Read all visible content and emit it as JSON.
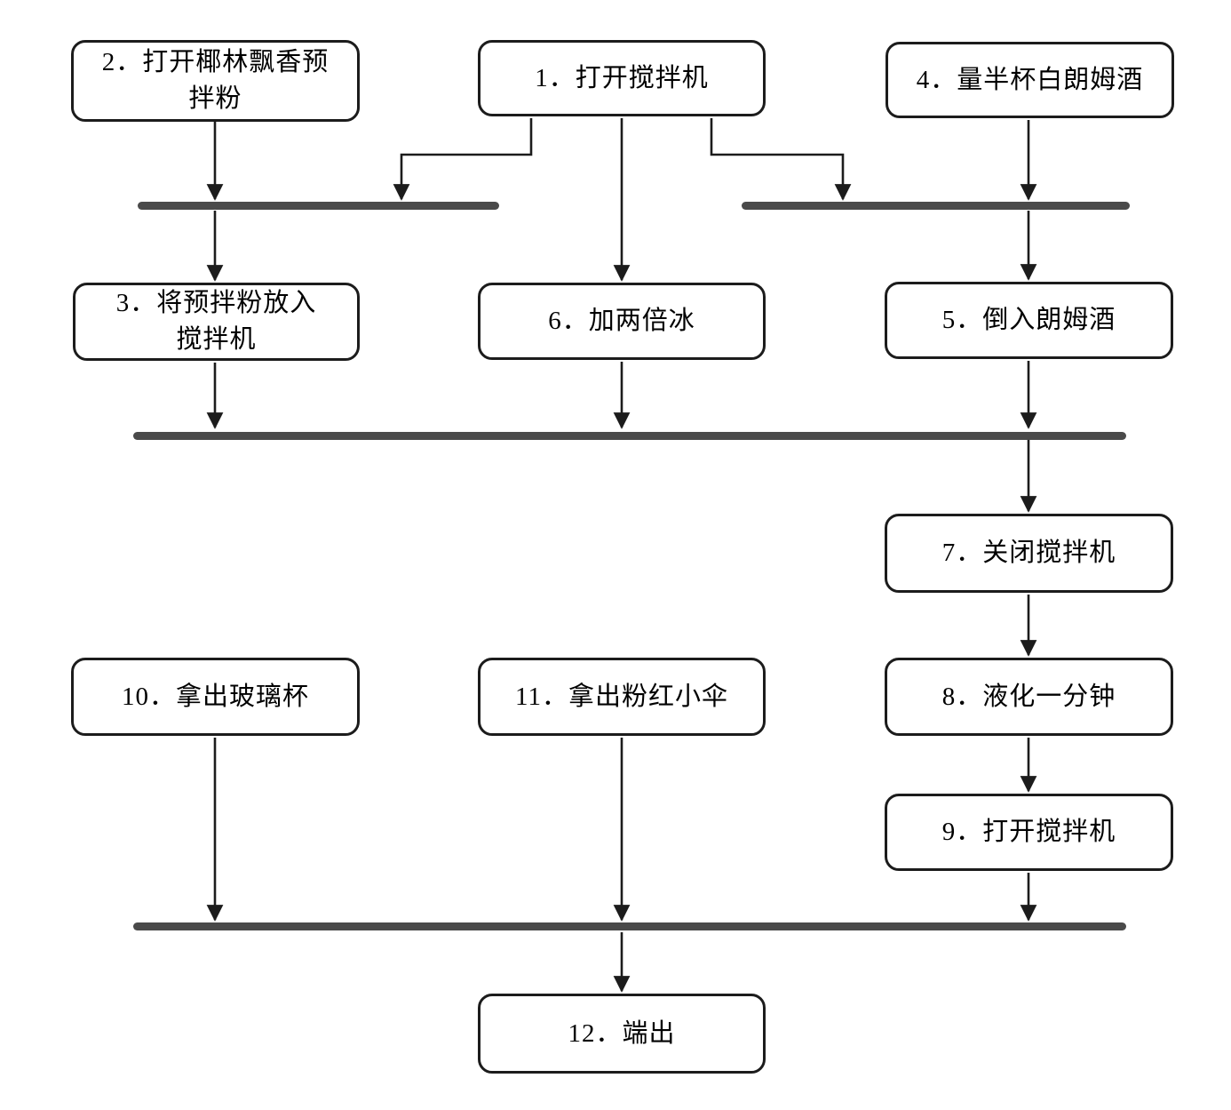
{
  "flowchart": {
    "type": "uml-activity-diagram",
    "description": "Recipe flowchart with numbered steps, fork/join synchronization bars and arrow connectors",
    "colors": {
      "background": "#ffffff",
      "box_border": "#1c1c1c",
      "box_fill": "#ffffff",
      "text": "#000000",
      "sync_bar": "#4a4a4a",
      "connector": "#1c1c1c"
    },
    "nodes": [
      {
        "number": "1",
        "label": "1．打开搅拌机"
      },
      {
        "number": "2",
        "label": "2．打开椰林飘香预\n拌粉"
      },
      {
        "number": "3",
        "label": "3．将预拌粉放入\n搅拌机"
      },
      {
        "number": "4",
        "label": "4．量半杯白朗姆酒"
      },
      {
        "number": "5",
        "label": "5．倒入朗姆酒"
      },
      {
        "number": "6",
        "label": "6．加两倍冰"
      },
      {
        "number": "7",
        "label": "7．关闭搅拌机"
      },
      {
        "number": "8",
        "label": "8．液化一分钟"
      },
      {
        "number": "9",
        "label": "9．打开搅拌机"
      },
      {
        "number": "10",
        "label": "10．拿出玻璃杯"
      },
      {
        "number": "11",
        "label": "11．拿出粉红小伞"
      },
      {
        "number": "12",
        "label": "12．端出"
      }
    ],
    "sync_bars": [
      {
        "id": "fork-top-left"
      },
      {
        "id": "fork-top-right"
      },
      {
        "id": "join-middle"
      },
      {
        "id": "join-bottom"
      }
    ],
    "edges": [
      {
        "from": "step-2",
        "to": "fork-top-left"
      },
      {
        "from": "step-1",
        "to": "fork-top-left"
      },
      {
        "from": "step-1",
        "to": "step-6"
      },
      {
        "from": "step-1",
        "to": "fork-top-right"
      },
      {
        "from": "step-4",
        "to": "fork-top-right"
      },
      {
        "from": "fork-top-left",
        "to": "step-3"
      },
      {
        "from": "fork-top-right",
        "to": "step-5"
      },
      {
        "from": "step-3",
        "to": "join-middle"
      },
      {
        "from": "step-6",
        "to": "join-middle"
      },
      {
        "from": "step-5",
        "to": "join-middle"
      },
      {
        "from": "join-middle",
        "to": "step-7"
      },
      {
        "from": "step-7",
        "to": "step-8"
      },
      {
        "from": "step-8",
        "to": "step-9"
      },
      {
        "from": "step-10",
        "to": "join-bottom"
      },
      {
        "from": "step-11",
        "to": "join-bottom"
      },
      {
        "from": "step-9",
        "to": "join-bottom"
      },
      {
        "from": "join-bottom",
        "to": "step-12"
      }
    ]
  }
}
